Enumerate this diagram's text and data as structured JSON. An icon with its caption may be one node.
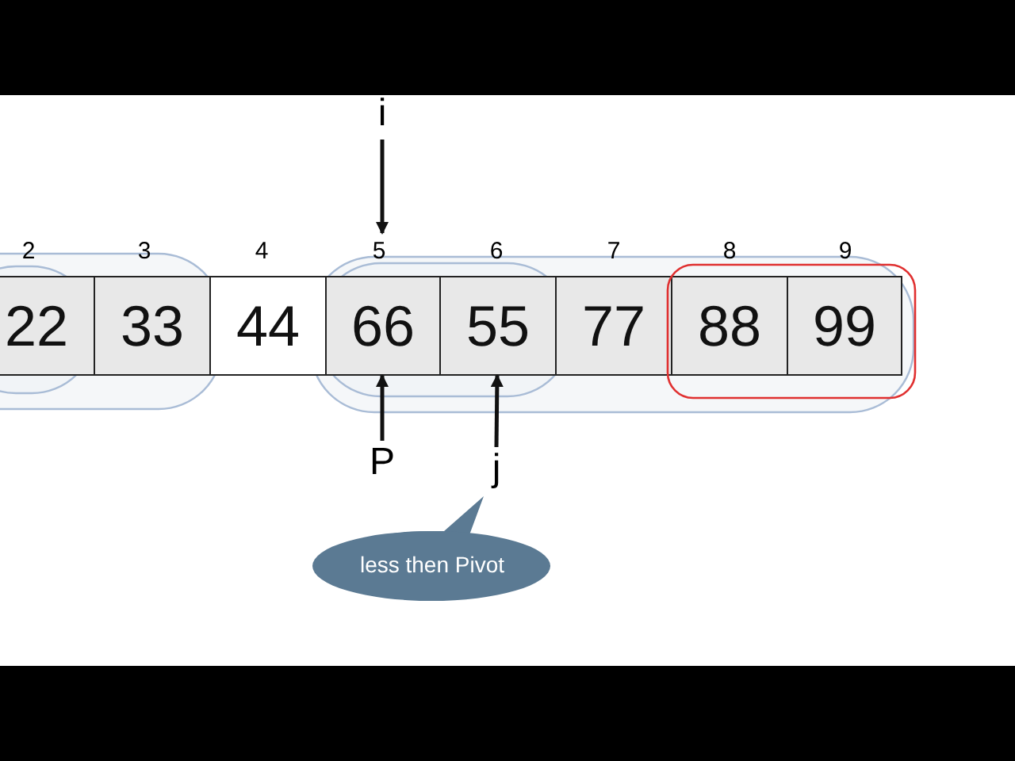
{
  "diagram": {
    "nodes": [
      {
        "text": [
          "22"
        ]
      },
      {
        "text": [
          "33"
        ]
      },
      {
        "text": [
          "44"
        ]
      },
      {
        "text": [
          "66"
        ]
      },
      {
        "text": [
          "55"
        ]
      },
      {
        "text": [
          "77"
        ]
      },
      {
        "text": [
          "88"
        ]
      },
      {
        "text": [
          "99"
        ]
      },
      {
        "text": [
          "i"
        ]
      },
      {
        "text": [
          "P"
        ]
      },
      {
        "text": [
          "j"
        ]
      },
      {
        "text": [
          "less then Pivot"
        ]
      }
    ],
    "edges": [
      {
        "from": 8,
        "to": 3,
        "arrow": "to"
      },
      {
        "from": 9,
        "to": 3,
        "arrow": "to"
      },
      {
        "from": 10,
        "to": 4,
        "arrow": "to"
      }
    ],
    "labels": [
      "2",
      "3",
      "4",
      "5",
      "6",
      "7",
      "8",
      "9"
    ]
  }
}
